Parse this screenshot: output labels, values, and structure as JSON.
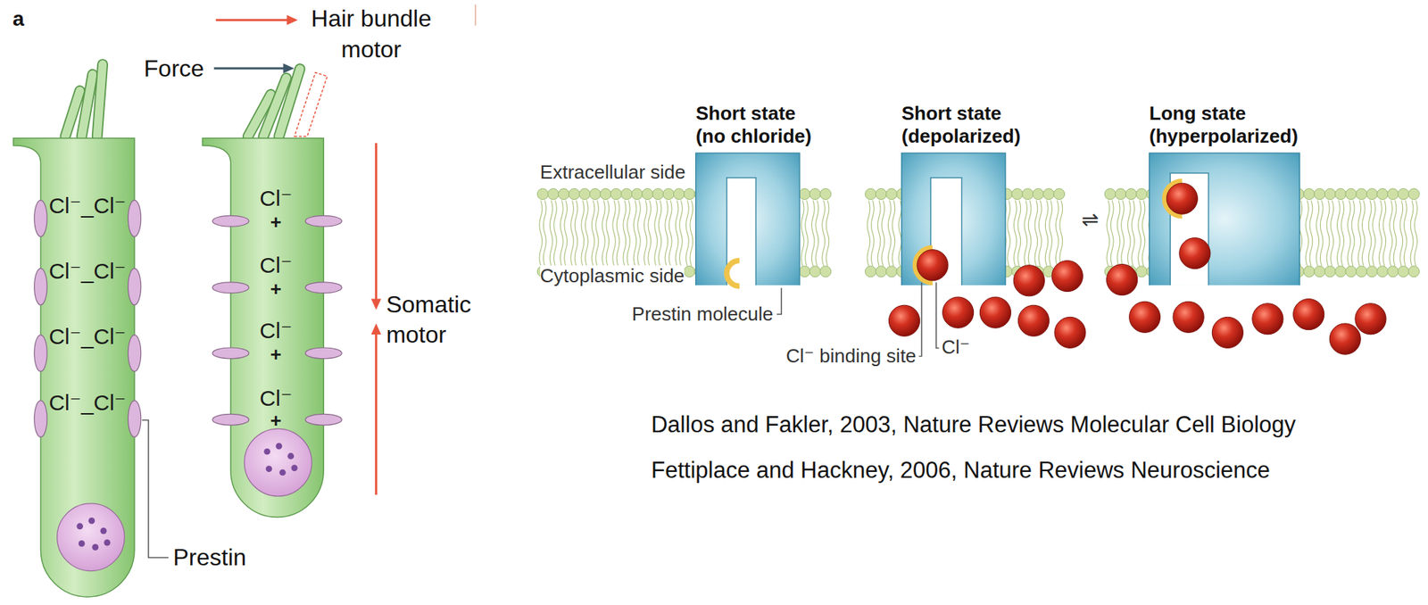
{
  "diagram": {
    "nodes": [
      {
        "text": [
          "Cl⁻_Cl⁻",
          "Cl⁻_Cl⁻",
          "Cl⁻_Cl⁻",
          "Cl⁻_Cl⁻"
        ]
      },
      {
        "text": [
          "Cl⁻",
          "+",
          "Cl⁻",
          "+",
          "Cl⁻",
          "+",
          "Cl⁻",
          "+"
        ]
      }
    ],
    "labels": [
      "a",
      "Hair bundle motor",
      "Force",
      "Somatic motor",
      "Prestin",
      "Short state (no chloride)",
      "Short state (depolarized)",
      "Long state (hyperpolarized)",
      "Extracellular side",
      "Cytoplasmic side",
      "Prestin molecule",
      "Cl⁻ binding site",
      "Cl⁻",
      "⇌",
      "Dallos and Fakler, 2003, Nature Reviews Molecular Cell Biology",
      "Fettiplace and Hackney, 2006, Nature Reviews Neuroscience"
    ]
  }
}
